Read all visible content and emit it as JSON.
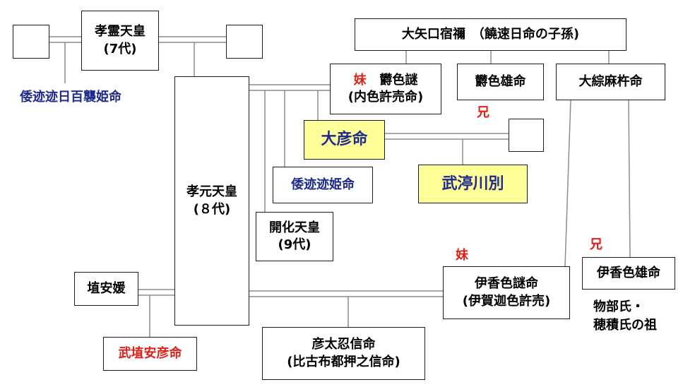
{
  "colors": {
    "navy": "#1f2a8a",
    "red": "#e0201b",
    "highlight": "#ffff99",
    "line": "#8c8c8c"
  },
  "nodes": {
    "korei": {
      "name": "孝霊天皇",
      "sub": "(7代)"
    },
    "yamatototo_hi": {
      "name": "倭迹迹日百襲姫命"
    },
    "kogen": {
      "name": "孝元天皇",
      "sub": "(８代)"
    },
    "oyaguchi": {
      "name": "大矢口宿禰　（饒速日命の子孫)"
    },
    "utsushikome": {
      "tag": "妹",
      "name": "欝色謎",
      "sub": "(内色許売命)"
    },
    "utsushikoo": {
      "name": "欝色雄命"
    },
    "oheso": {
      "name": "大綜麻杵命"
    },
    "ani1": "兄",
    "ohiko": {
      "name": "大彦命"
    },
    "takenunakawa": {
      "name": "武渟川別"
    },
    "yamatototo_hime": {
      "name": "倭迹迹姫命"
    },
    "kaika": {
      "name": "開化天皇",
      "sub": "(9代)"
    },
    "haniyasu": {
      "name": "埴安媛"
    },
    "takehaniyasu": {
      "name": "武埴安彦命"
    },
    "ikagashikome_tag": "妹",
    "ikagashikome": {
      "name": "伊香色謎命",
      "sub": "(伊賀迦色許売)"
    },
    "ani2": "兄",
    "ikagashikoo": {
      "name": "伊香色雄命"
    },
    "mononobe": {
      "line1": "物部氏・",
      "line2": "穂積氏の祖"
    },
    "hikofutsu": {
      "name": "彦太忍信命",
      "sub": "(比古布都押之信命)"
    }
  }
}
